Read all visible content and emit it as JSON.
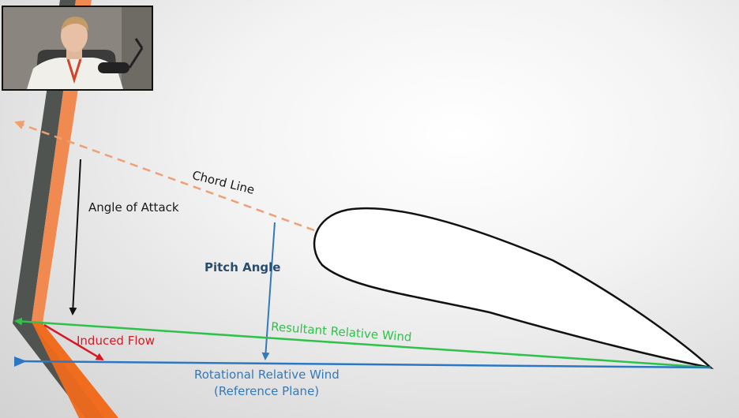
{
  "diagram": {
    "labels": {
      "chord_line": "Chord Line",
      "angle_of_attack": "Angle of Attack",
      "pitch_angle": "Pitch Angle",
      "resultant_relative_wind": "Resultant Relative Wind",
      "induced_flow": "Induced Flow",
      "rotational_relative_wind": "Rotational Relative Wind",
      "reference_plane": "(Reference Plane)"
    },
    "colors": {
      "chord_line": "#f0a070",
      "angle_of_attack": "#111111",
      "pitch_angle": "#3479b8",
      "pitch_label": "#2a4d6e",
      "resultant_wind": "#2fc24a",
      "induced_flow": "#d61a25",
      "rotational_wind": "#2b78c2",
      "rotor_grey": "#505451",
      "rotor_orange": "#f07a30",
      "airfoil_fill": "#ffffff",
      "airfoil_stroke": "#111111"
    }
  },
  "webcam": {
    "icon": "presenter-video-icon"
  }
}
